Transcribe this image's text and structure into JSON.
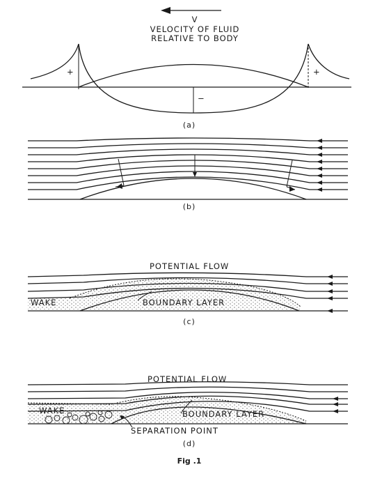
{
  "figure": {
    "velocity_symbol": "V",
    "velocity_caption_line1": "VELOCITY OF FLUID",
    "velocity_caption_line2": "RELATIVE TO BODY",
    "plus_sign": "+",
    "minus_sign": "−",
    "caption_a": "(a)",
    "caption_b": "(b)",
    "caption_c": "(c)",
    "caption_d": "(d)",
    "potential_flow_label": "POTENTIAL FLOW",
    "boundary_layer_label": "BOUNDARY LAYER",
    "wake_label": "WAKE",
    "separation_point_label": "SEPARATION POINT",
    "figure_label": "Fig .1"
  }
}
